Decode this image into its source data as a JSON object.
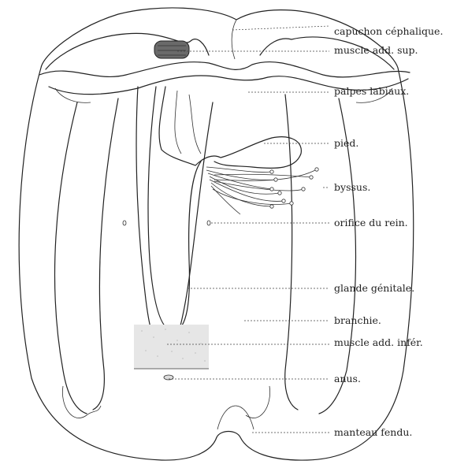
{
  "labels": {
    "capuchon": "capuchon céphalique.",
    "muscle_sup": "muscle add. sup.",
    "palpes": "palpes labiaux.",
    "pied": "pied.",
    "byssus": "byssus.",
    "orifice": "orifice du rein.",
    "glande": "glande génitale.",
    "branchie": "branchie.",
    "muscle_inf": "muscle add. infér.",
    "anus": "anus.",
    "manteau": "manteau fendu."
  }
}
